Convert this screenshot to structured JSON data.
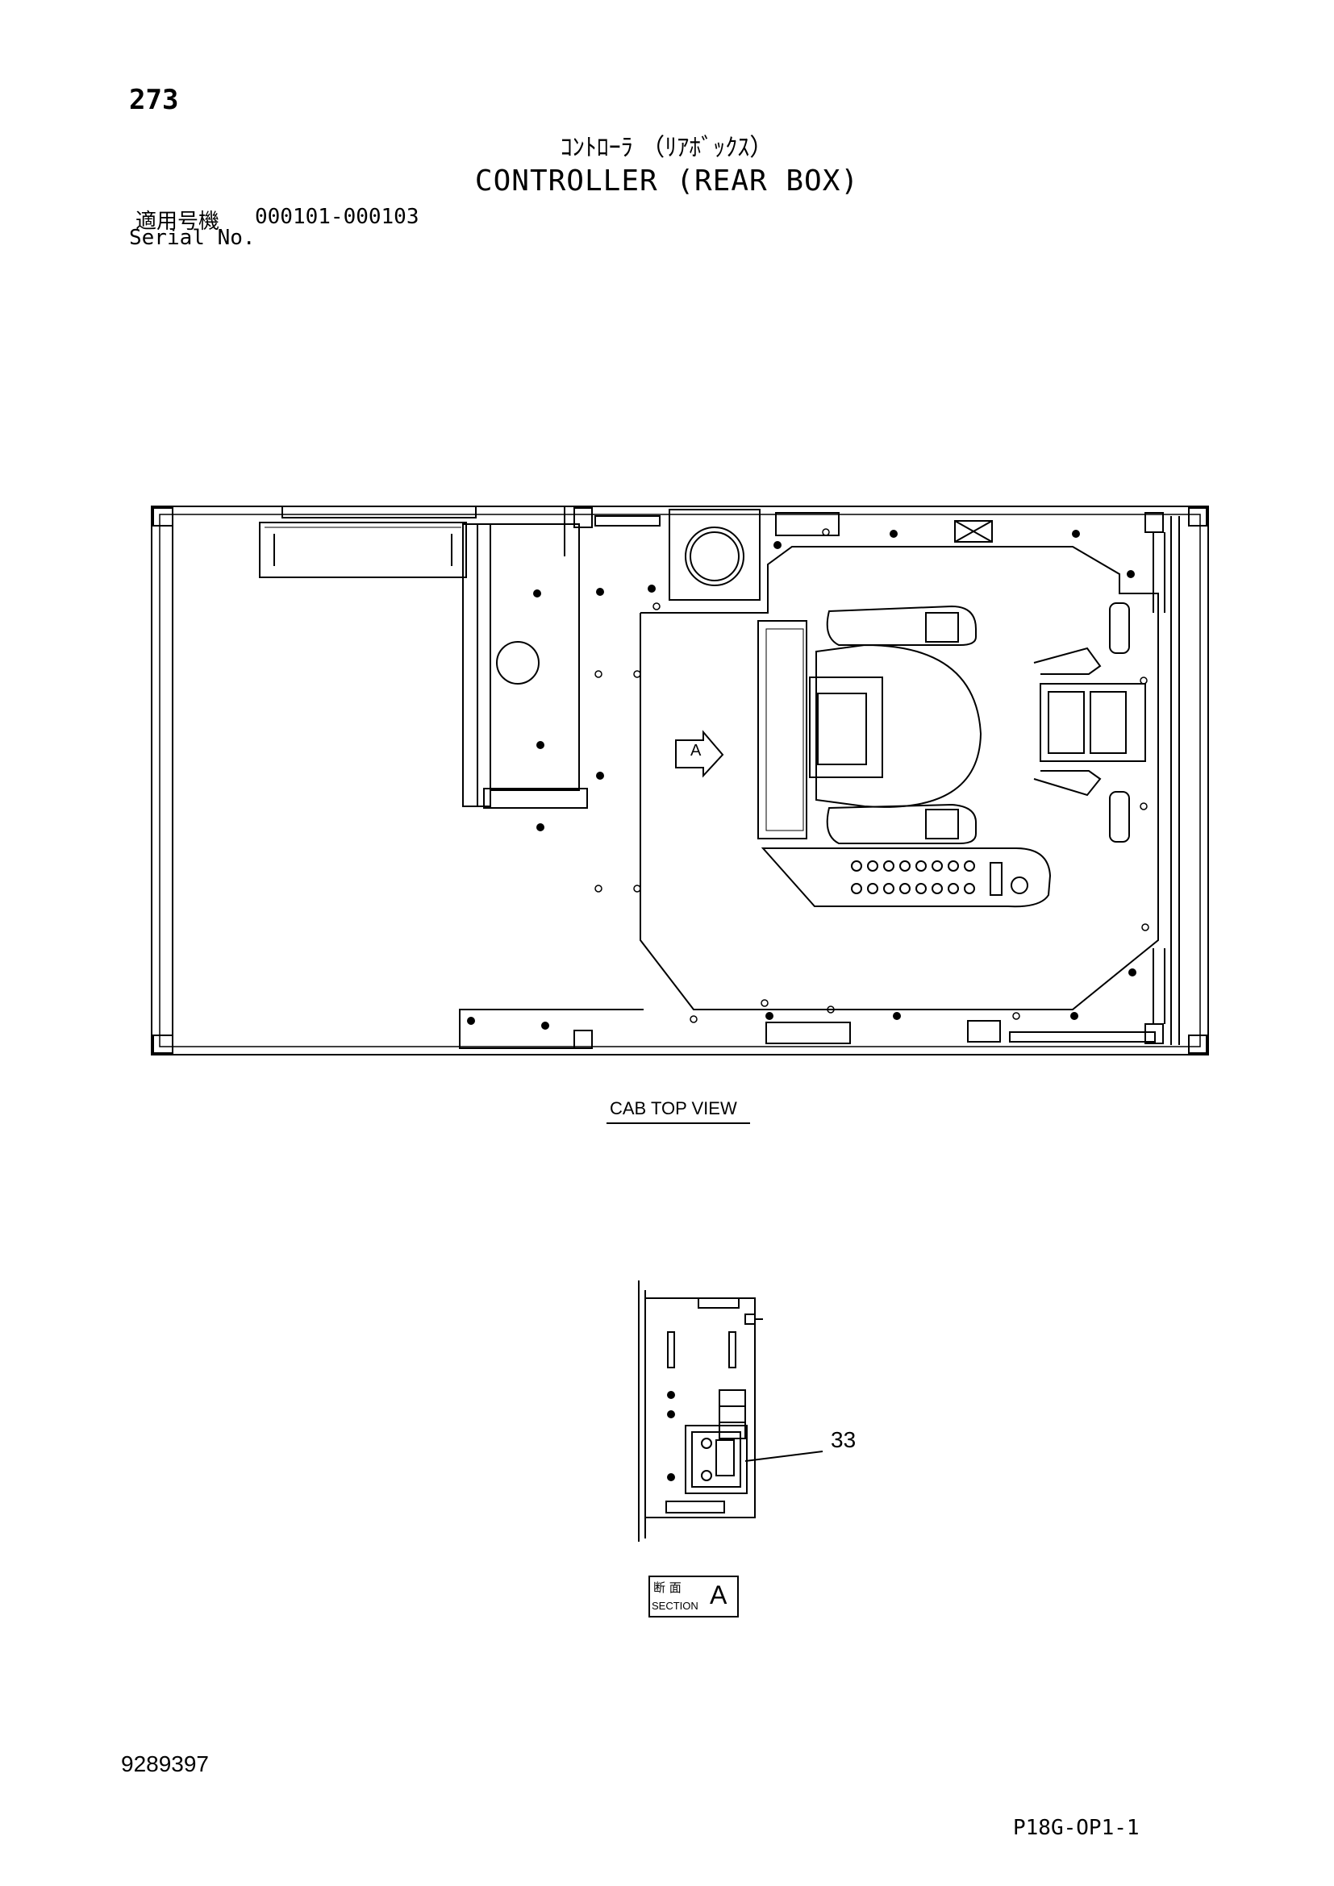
{
  "header": {
    "page_number": "273",
    "title_jp": "ｺﾝﾄﾛｰﾗ （ﾘｱﾎﾞｯｸｽ）",
    "title_en": "CONTROLLER (REAR BOX)",
    "serial_label_jp": "適用号機",
    "serial_range": "000101-000103",
    "serial_label_en": "Serial No."
  },
  "diagram": {
    "view_caption": "CAB TOP VIEW",
    "view_marker": "A",
    "part_callouts": [
      "33"
    ],
    "section_label_jp": "断 面",
    "section_label_en": "SECTION",
    "section_letter": "A"
  },
  "footer": {
    "document_number": "9289397",
    "page_code": "P18G-OP1-1"
  }
}
